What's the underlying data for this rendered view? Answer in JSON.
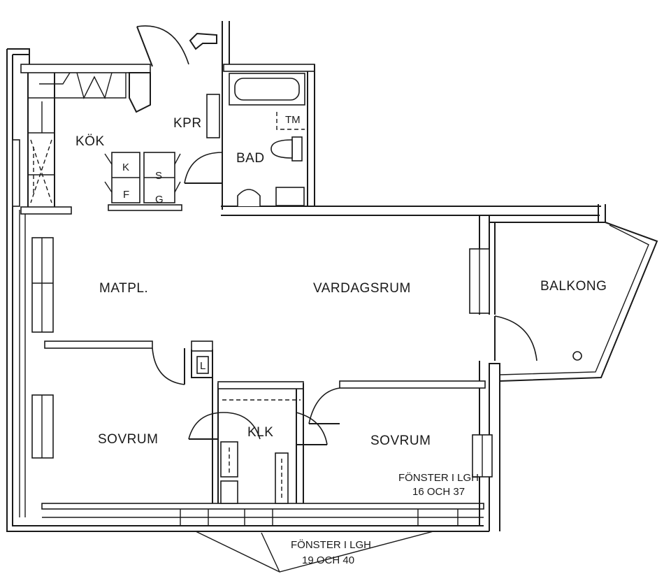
{
  "rooms": {
    "kok": "KÖK",
    "kpr": "KPR",
    "bad": "BAD",
    "tm": "TM",
    "matpl": "MATPL.",
    "vardagsrum": "VARDAGSRUM",
    "balkong": "BALKONG",
    "sovrum_left": "SOVRUM",
    "klk": "KLK",
    "sovrum_right": "SOVRUM",
    "linen": "L"
  },
  "appliances": {
    "k": "K",
    "s": "S",
    "f": "F",
    "g": "G"
  },
  "notes": {
    "window_right_line1": "FÖNSTER I LGH",
    "window_right_line2": "16 OCH 37",
    "window_bottom_line1": "FÖNSTER I LGH",
    "window_bottom_line2": "19 OCH 40"
  }
}
